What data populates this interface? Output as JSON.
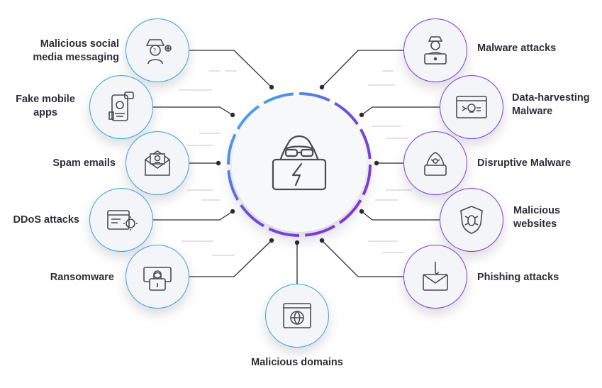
{
  "diagram": {
    "center": {
      "icon": "hacker-laptop-icon"
    },
    "left_nodes": [
      {
        "label": "Malicious social\nmedia messaging",
        "icon": "social-media-hacker-icon"
      },
      {
        "label": "Fake mobile\napps",
        "icon": "fake-mobile-app-icon"
      },
      {
        "label": "Spam emails",
        "icon": "spam-email-icon"
      },
      {
        "label": "DDoS attacks",
        "icon": "ddos-attack-icon"
      },
      {
        "label": "Ransomware",
        "icon": "ransomware-icon"
      }
    ],
    "right_nodes": [
      {
        "label": "Malware attacks",
        "icon": "hacker-computer-icon"
      },
      {
        "label": "Data-harvesting\nMalware",
        "icon": "data-harvesting-icon"
      },
      {
        "label": "Disruptive Malware",
        "icon": "disruptive-malware-icon"
      },
      {
        "label": "Malicious\nwebsites",
        "icon": "malicious-website-shield-icon"
      },
      {
        "label": "Phishing attacks",
        "icon": "phishing-email-icon"
      }
    ],
    "bottom_node": {
      "label": "Malicious domains",
      "icon": "malicious-domain-icon"
    },
    "colors": {
      "blue": "#3aa3dc",
      "purple": "#7a3fd4",
      "line": "#2b2b35",
      "text": "#2e2e3a"
    }
  }
}
